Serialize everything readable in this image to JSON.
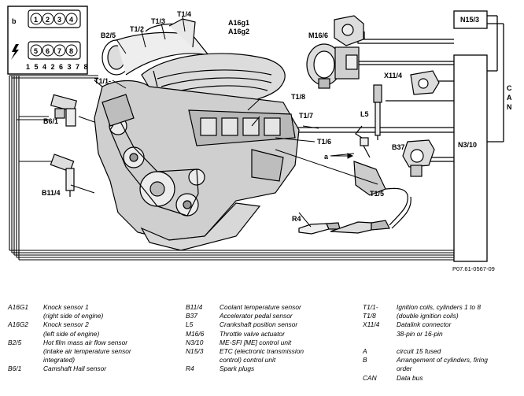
{
  "inset": {
    "label": "b",
    "top_cylinders": [
      "1",
      "2",
      "3",
      "4"
    ],
    "bottom_cylinders": [
      "5",
      "6",
      "7",
      "8"
    ],
    "firing_order": "1 5 4 2 6 3 7 8",
    "lightning_symbol": "lightning-icon"
  },
  "labels": {
    "t1_1_minus": "T1/1-",
    "t1_2": "T1/2",
    "t1_3": "T1/3",
    "t1_4": "T1/4",
    "b2_5": "B2/5",
    "a16g1": "A16g1",
    "a16g2": "A16g2",
    "m16_6": "M16/6",
    "n15_3": "N15/3",
    "x11_4": "X11/4",
    "t1_8": "T1/8",
    "t1_7": "T1/7",
    "t1_6": "T1/6",
    "l5": "L5",
    "b6_1": "B6/1",
    "a": "a",
    "b37": "B37",
    "n3_10": "N3/10",
    "b11_4": "B11/4",
    "t1_5": "T1/5",
    "r4": "R4",
    "can": "C A N"
  },
  "reference": "P07.61-0567-09",
  "legend": {
    "col1": [
      {
        "code": "A16G1",
        "desc": "Knock sensor 1"
      },
      {
        "code": "",
        "desc": "(right side of engine)"
      },
      {
        "code": "A16G2",
        "desc": "Knock sensor 2"
      },
      {
        "code": "",
        "desc": "(left side of engine)"
      },
      {
        "code": "B2/5",
        "desc": "Hot film mass air flow sensor"
      },
      {
        "code": "",
        "desc": "(intake air temperature sensor"
      },
      {
        "code": "",
        "desc": "integrated)"
      },
      {
        "code": "B6/1",
        "desc": "Camshaft Hall sensor"
      }
    ],
    "col2": [
      {
        "code": "B11/4",
        "desc": "Coolant temperature sensor"
      },
      {
        "code": "B37",
        "desc": "Accelerator pedal sensor"
      },
      {
        "code": "L5",
        "desc": "Crankshaft position sensor"
      },
      {
        "code": "M16/6",
        "desc": "Throttle valve actuator"
      },
      {
        "code": "N3/10",
        "desc": "ME-SFI [ME] control unit"
      },
      {
        "code": "N15/3",
        "desc": "ETC (electronic transmission"
      },
      {
        "code": "",
        "desc": "control) control unit"
      },
      {
        "code": "R4",
        "desc": "Spark plugs"
      }
    ],
    "col3": [
      {
        "code": "T1/1-",
        "desc": "Ignition coils, cylinders 1 to 8"
      },
      {
        "code": "T1/8",
        "desc": "(double ignition coils)"
      },
      {
        "code": "X11/4",
        "desc": "Datalink connector"
      },
      {
        "code": "",
        "desc": "38-pin or 16-pin"
      },
      {
        "code": "",
        "desc": ""
      },
      {
        "code": "A",
        "desc": "circuit 15 fused"
      },
      {
        "code": "B",
        "desc": "Arrangement of cylinders, firing"
      },
      {
        "code": "",
        "desc": "order"
      },
      {
        "code": "CAN",
        "desc": "Data bus"
      }
    ]
  }
}
